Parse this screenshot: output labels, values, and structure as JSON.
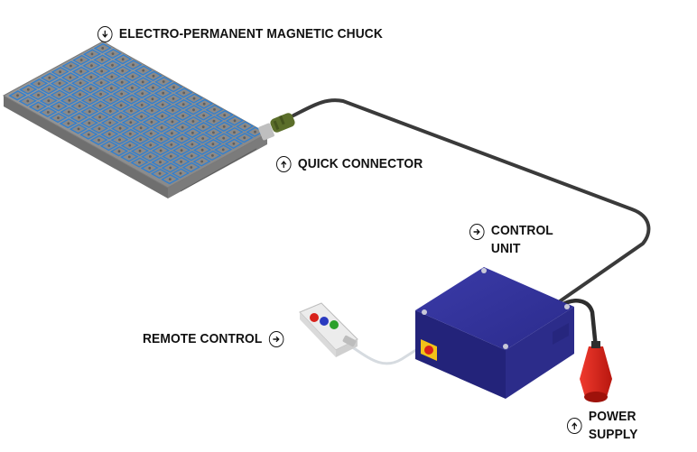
{
  "labels": {
    "chuck": "ELECTRO-PERMANENT MAGNETIC CHUCK",
    "connector": "QUICK CONNECTOR",
    "control_line1": "CONTROL",
    "control_line2": "UNIT",
    "remote": "REMOTE CONTROL",
    "power": "POWER SUPPLY"
  },
  "icons": {
    "chuck": "arrow-down-circle-icon",
    "connector": "arrow-up-circle-icon",
    "control": "arrow-right-circle-icon",
    "remote": "arrow-right-circle-icon",
    "power": "arrow-up-circle-icon"
  },
  "colors": {
    "chuck_body": "#8f8f8f",
    "chuck_grid": "#2f7fd1",
    "control_box": "#2f2f8f",
    "power_plug": "#d8221b",
    "cable": "#3a3a3a",
    "connector": "#5b6e2a"
  }
}
